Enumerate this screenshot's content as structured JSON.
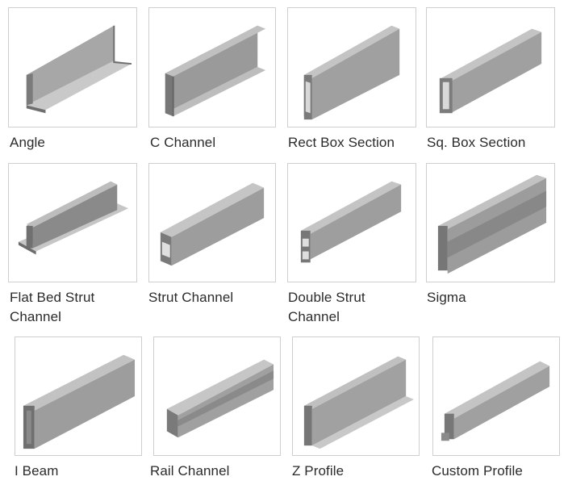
{
  "profiles": [
    {
      "id": "angle",
      "name": "Angle"
    },
    {
      "id": "c-channel",
      "name": "C Channel"
    },
    {
      "id": "rect-box-section",
      "name": "Rect Box Section"
    },
    {
      "id": "sq-box-section",
      "name": "Sq. Box Section"
    },
    {
      "id": "flat-bed-strut-channel",
      "name": "Flat Bed Strut\nChannel"
    },
    {
      "id": "strut-channel",
      "name": "Strut Channel"
    },
    {
      "id": "double-strut-channel",
      "name": "Double Strut\nChannel"
    },
    {
      "id": "sigma",
      "name": "Sigma"
    },
    {
      "id": "i-beam",
      "name": "I Beam"
    },
    {
      "id": "rail-channel",
      "name": "Rail Channel"
    },
    {
      "id": "z-profile",
      "name": "Z Profile"
    },
    {
      "id": "custom-profile",
      "name": "Custom Profile"
    }
  ],
  "colors": {
    "steel_top": "#a9a9a9",
    "steel_face": "#8c8c8c",
    "steel_dark": "#6e6e6e",
    "steel_end": "#c4c4c4",
    "tile_border": "#cfcfcf"
  }
}
